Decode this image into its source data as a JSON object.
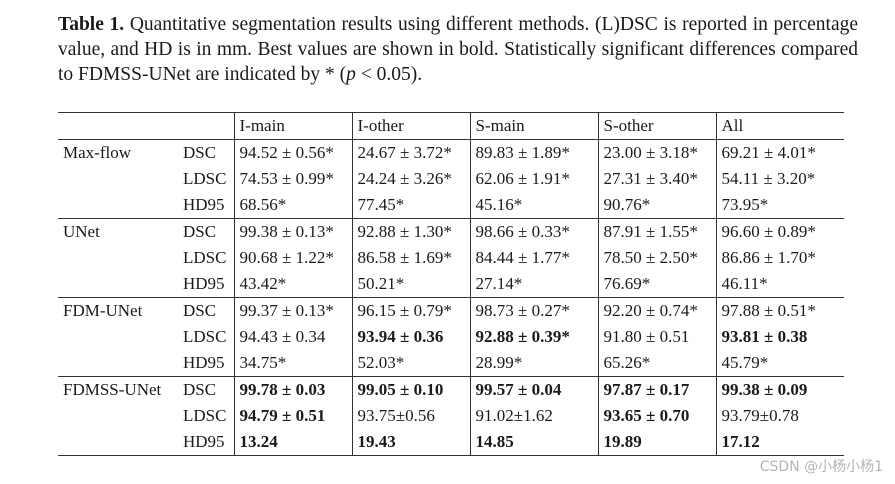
{
  "caption": {
    "label": "Table 1.",
    "pre_italic": " Quantitative segmentation results using different methods. (L)DSC is reported in percentage value, and HD is in mm. Best values are shown in bold. Statistically significant differences compared to FDMSS-UNet are indicated by * (",
    "italic": "p",
    "post_italic": " < 0.05)."
  },
  "table": {
    "header": [
      "",
      "",
      "I-main",
      "I-other",
      "S-main",
      "S-other",
      "All"
    ],
    "groups": [
      {
        "method": "Max-flow",
        "rows": [
          {
            "metric": "DSC",
            "cells": [
              {
                "v": "94.52 ± 0.56*",
                "b": false
              },
              {
                "v": "24.67 ± 3.72*",
                "b": false
              },
              {
                "v": "89.83 ± 1.89*",
                "b": false
              },
              {
                "v": "23.00 ± 3.18*",
                "b": false
              },
              {
                "v": "69.21 ± 4.01*",
                "b": false
              }
            ]
          },
          {
            "metric": "LDSC",
            "cells": [
              {
                "v": "74.53 ± 0.99*",
                "b": false
              },
              {
                "v": "24.24 ± 3.26*",
                "b": false
              },
              {
                "v": "62.06 ± 1.91*",
                "b": false
              },
              {
                "v": "27.31 ± 3.40*",
                "b": false
              },
              {
                "v": "54.11 ± 3.20*",
                "b": false
              }
            ]
          },
          {
            "metric": "HD95",
            "cells": [
              {
                "v": "68.56*",
                "b": false
              },
              {
                "v": "77.45*",
                "b": false
              },
              {
                "v": "45.16*",
                "b": false
              },
              {
                "v": "90.76*",
                "b": false
              },
              {
                "v": "73.95*",
                "b": false
              }
            ]
          }
        ]
      },
      {
        "method": "UNet",
        "rows": [
          {
            "metric": "DSC",
            "cells": [
              {
                "v": "99.38 ± 0.13*",
                "b": false
              },
              {
                "v": "92.88 ± 1.30*",
                "b": false
              },
              {
                "v": "98.66 ± 0.33*",
                "b": false
              },
              {
                "v": "87.91 ± 1.55*",
                "b": false
              },
              {
                "v": "96.60 ± 0.89*",
                "b": false
              }
            ]
          },
          {
            "metric": "LDSC",
            "cells": [
              {
                "v": "90.68 ± 1.22*",
                "b": false
              },
              {
                "v": "86.58 ± 1.69*",
                "b": false
              },
              {
                "v": "84.44 ± 1.77*",
                "b": false
              },
              {
                "v": "78.50 ± 2.50*",
                "b": false
              },
              {
                "v": "86.86 ± 1.70*",
                "b": false
              }
            ]
          },
          {
            "metric": "HD95",
            "cells": [
              {
                "v": "43.42*",
                "b": false
              },
              {
                "v": "50.21*",
                "b": false
              },
              {
                "v": "27.14*",
                "b": false
              },
              {
                "v": "76.69*",
                "b": false
              },
              {
                "v": "46.11*",
                "b": false
              }
            ]
          }
        ]
      },
      {
        "method": "FDM-UNet",
        "rows": [
          {
            "metric": "DSC",
            "cells": [
              {
                "v": "99.37 ± 0.13*",
                "b": false
              },
              {
                "v": "96.15 ± 0.79*",
                "b": false
              },
              {
                "v": "98.73 ± 0.27*",
                "b": false
              },
              {
                "v": "92.20 ± 0.74*",
                "b": false
              },
              {
                "v": "97.88 ± 0.51*",
                "b": false
              }
            ]
          },
          {
            "metric": "LDSC",
            "cells": [
              {
                "v": "94.43 ± 0.34",
                "b": false
              },
              {
                "v": "93.94 ± 0.36",
                "b": true
              },
              {
                "v": "92.88 ± 0.39*",
                "b": true
              },
              {
                "v": "91.80 ± 0.51",
                "b": false
              },
              {
                "v": "93.81 ± 0.38",
                "b": true
              }
            ]
          },
          {
            "metric": "HD95",
            "cells": [
              {
                "v": "34.75*",
                "b": false
              },
              {
                "v": "52.03*",
                "b": false
              },
              {
                "v": "28.99*",
                "b": false
              },
              {
                "v": "65.26*",
                "b": false
              },
              {
                "v": "45.79*",
                "b": false
              }
            ]
          }
        ]
      },
      {
        "method": "FDMSS-UNet",
        "rows": [
          {
            "metric": "DSC",
            "cells": [
              {
                "v": "99.78 ± 0.03",
                "b": true
              },
              {
                "v": "99.05 ± 0.10",
                "b": true
              },
              {
                "v": "99.57 ± 0.04",
                "b": true
              },
              {
                "v": "97.87 ± 0.17",
                "b": true
              },
              {
                "v": "99.38 ± 0.09",
                "b": true
              }
            ]
          },
          {
            "metric": "LDSC",
            "cells": [
              {
                "v": "94.79 ± 0.51",
                "b": true
              },
              {
                "v": "93.75±0.56",
                "b": false
              },
              {
                "v": "91.02±1.62",
                "b": false
              },
              {
                "v": "93.65 ± 0.70",
                "b": true
              },
              {
                "v": "93.79±0.78",
                "b": false
              }
            ]
          },
          {
            "metric": "HD95",
            "cells": [
              {
                "v": "13.24",
                "b": true
              },
              {
                "v": "19.43",
                "b": true
              },
              {
                "v": "14.85",
                "b": true
              },
              {
                "v": "19.89",
                "b": true
              },
              {
                "v": "17.12",
                "b": true
              }
            ]
          }
        ]
      }
    ]
  },
  "watermark": "CSDN @小杨小杨1"
}
